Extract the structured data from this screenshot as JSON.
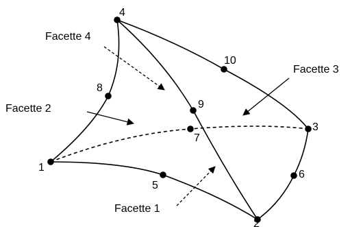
{
  "nodes": {
    "n1": "1",
    "n2": "2",
    "n3": "3",
    "n4": "4",
    "n5": "5",
    "n6": "6",
    "n7": "7",
    "n8": "8",
    "n9": "9",
    "n10": "10"
  },
  "facets": {
    "f1": "Facette 1",
    "f2": "Facette 2",
    "f3": "Facette 3",
    "f4": "Facette 4"
  },
  "colors": {
    "line": "#000000",
    "background": "#ffffff"
  }
}
